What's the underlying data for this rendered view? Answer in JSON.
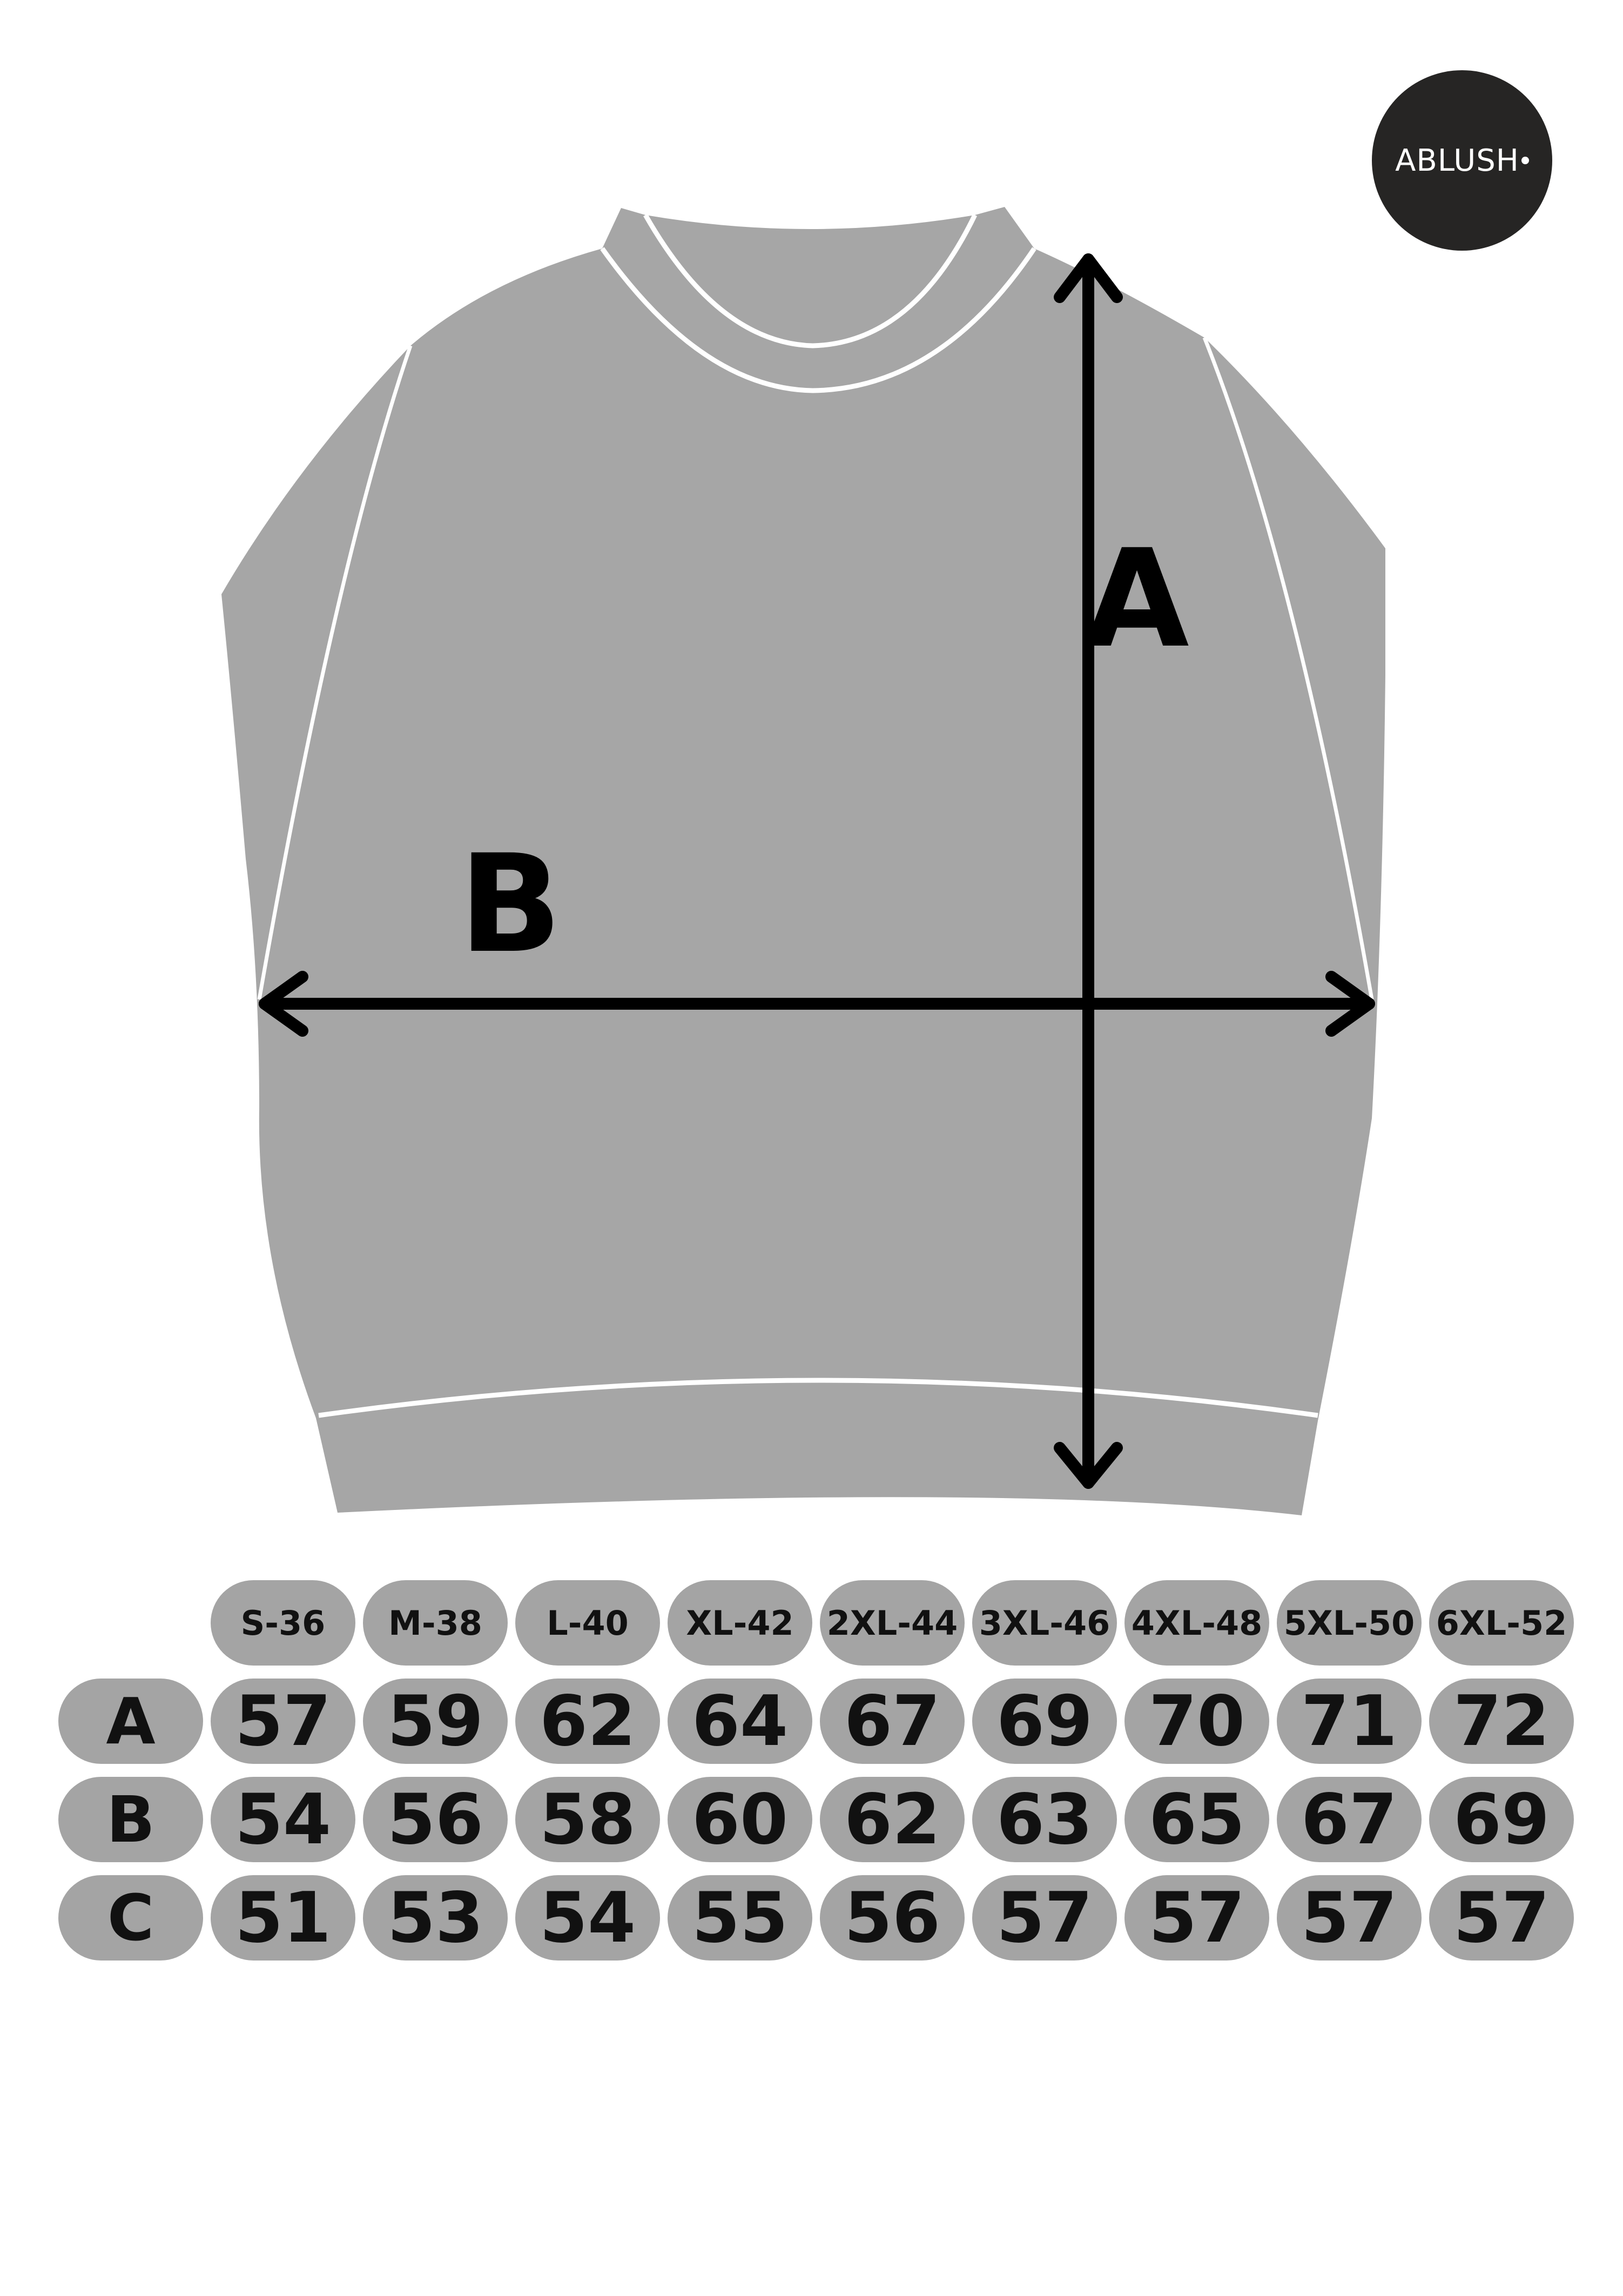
{
  "brand": {
    "logo_text": "ABLUSH"
  },
  "diagram": {
    "labels": {
      "a": "A",
      "b": "B"
    },
    "colors": {
      "garment": "#a6a6a6",
      "seam": "#ffffff",
      "arrow": "#000000"
    }
  },
  "size_table": {
    "sizes": [
      "S-36",
      "M-38",
      "L-40",
      "XL-42",
      "2XL-44",
      "3XL-46",
      "4XL-48",
      "5XL-50",
      "6XL-52"
    ],
    "rows": [
      {
        "label": "A",
        "values": [
          "57",
          "59",
          "62",
          "64",
          "67",
          "69",
          "70",
          "71",
          "72"
        ]
      },
      {
        "label": "B",
        "values": [
          "54",
          "56",
          "58",
          "60",
          "62",
          "63",
          "65",
          "67",
          "69"
        ]
      },
      {
        "label": "C",
        "values": [
          "51",
          "53",
          "54",
          "55",
          "56",
          "57",
          "57",
          "57",
          "57"
        ]
      }
    ],
    "pill_color": "#a4a4a4"
  }
}
